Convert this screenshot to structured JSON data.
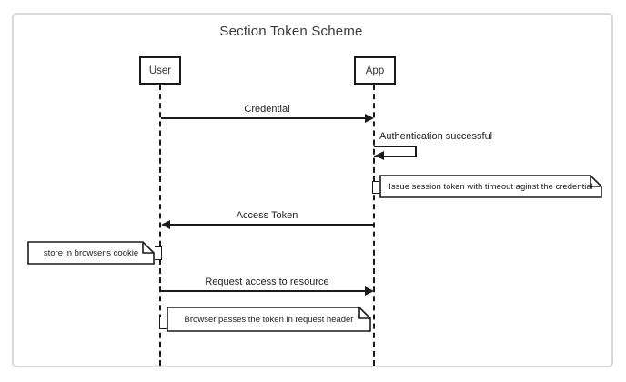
{
  "diagram": {
    "title": "Section Token Scheme",
    "actors": [
      {
        "label": "User"
      },
      {
        "label": "App"
      }
    ],
    "messages": [
      {
        "label": "Credential",
        "from": "User",
        "to": "App"
      },
      {
        "label": "Authentication successful",
        "from": "App",
        "to": "App"
      },
      {
        "label": "Access Token",
        "from": "App",
        "to": "User"
      },
      {
        "label": "Request access to resource",
        "from": "User",
        "to": "App"
      }
    ],
    "notes": [
      {
        "text": "Issue session token with timeout aginst the credential",
        "attached_to": "App"
      },
      {
        "text": "store in browser's cookie",
        "attached_to": "User"
      },
      {
        "text": "Browser passes the token in request header",
        "attached_to": "User"
      }
    ],
    "colors": {
      "line": "#1a1a1a",
      "frame": "#d9d9d9",
      "background": "#ffffff"
    }
  }
}
